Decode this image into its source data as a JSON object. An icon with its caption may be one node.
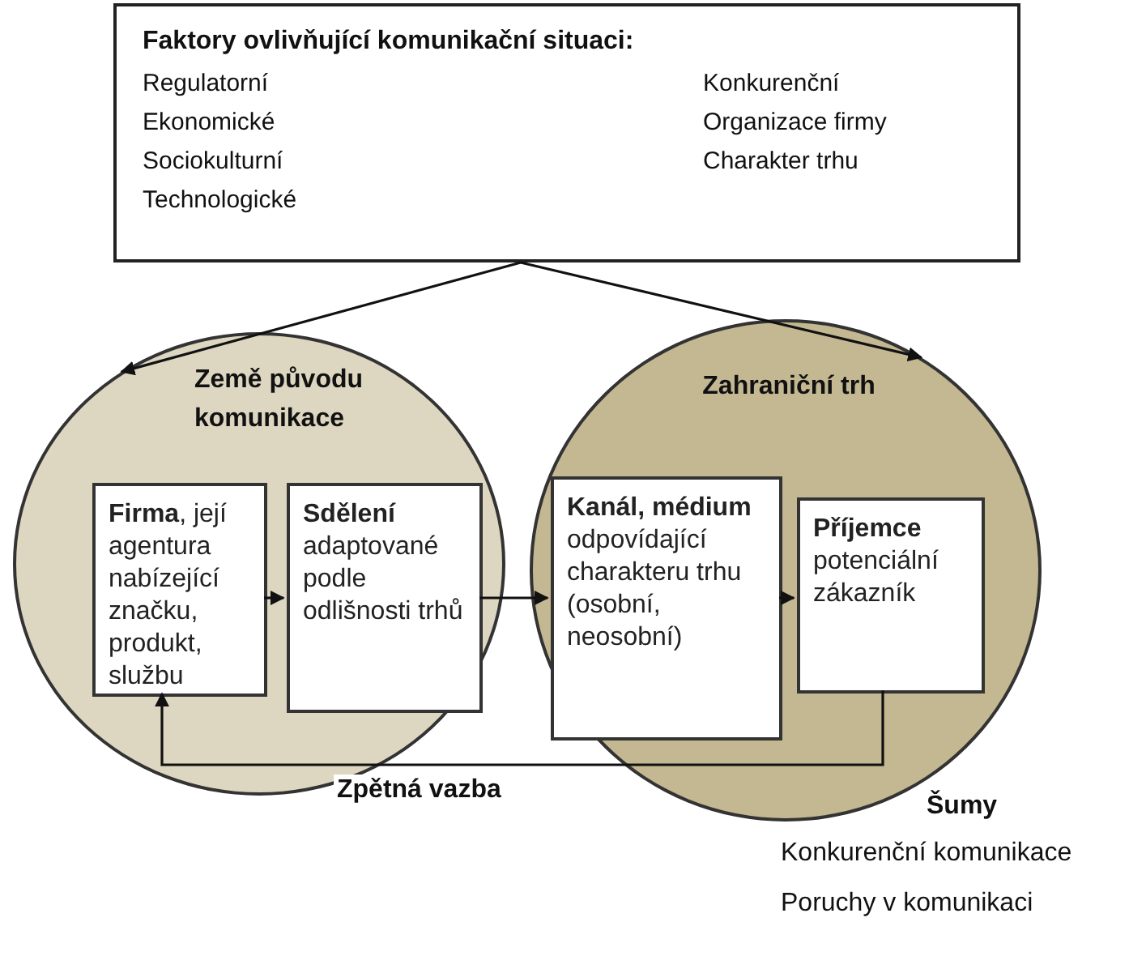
{
  "diagram": {
    "nodes": [
      {
        "text": [
          "Faktory ovlivňující komunikační situaci:",
          "Regulatorní",
          "Ekonomické",
          "Sociokulturní",
          "Technologické",
          "Konkurenční",
          "Organizace firmy",
          "Charakter trhu"
        ]
      },
      {
        "text": [
          "Země původu komunikace"
        ]
      },
      {
        "text": [
          "Zahraniční trh"
        ]
      },
      {
        "text": [
          "**Firma**, její agentura nabízející značku, produkt, službu"
        ],
        "in": 1
      },
      {
        "text": [
          "Sdělení",
          "adaptované podle odlišnosti trhů"
        ],
        "in": 1
      },
      {
        "text": [
          "Kanál, médium",
          "odpovídající charakteru trhu (osobní, neosobní)"
        ],
        "in": 2
      },
      {
        "text": [
          "Příjemce",
          "potenciální zákazník"
        ],
        "in": 2
      }
    ],
    "edges": [
      {
        "from": 0,
        "to": 1,
        "arrow": "to"
      },
      {
        "from": 0,
        "to": 2,
        "arrow": "to"
      },
      {
        "from": 3,
        "to": 4,
        "arrow": "to"
      },
      {
        "from": 4,
        "to": 5,
        "arrow": "to"
      },
      {
        "from": 5,
        "to": 6,
        "arrow": "to"
      },
      {
        "from": 6,
        "to": 3,
        "arrow": "to",
        "label": "Zpětná vazba"
      }
    ],
    "labels": [
      "Šumy",
      "Konkurenční komunikace",
      "Poruchy v komunikaci"
    ]
  }
}
